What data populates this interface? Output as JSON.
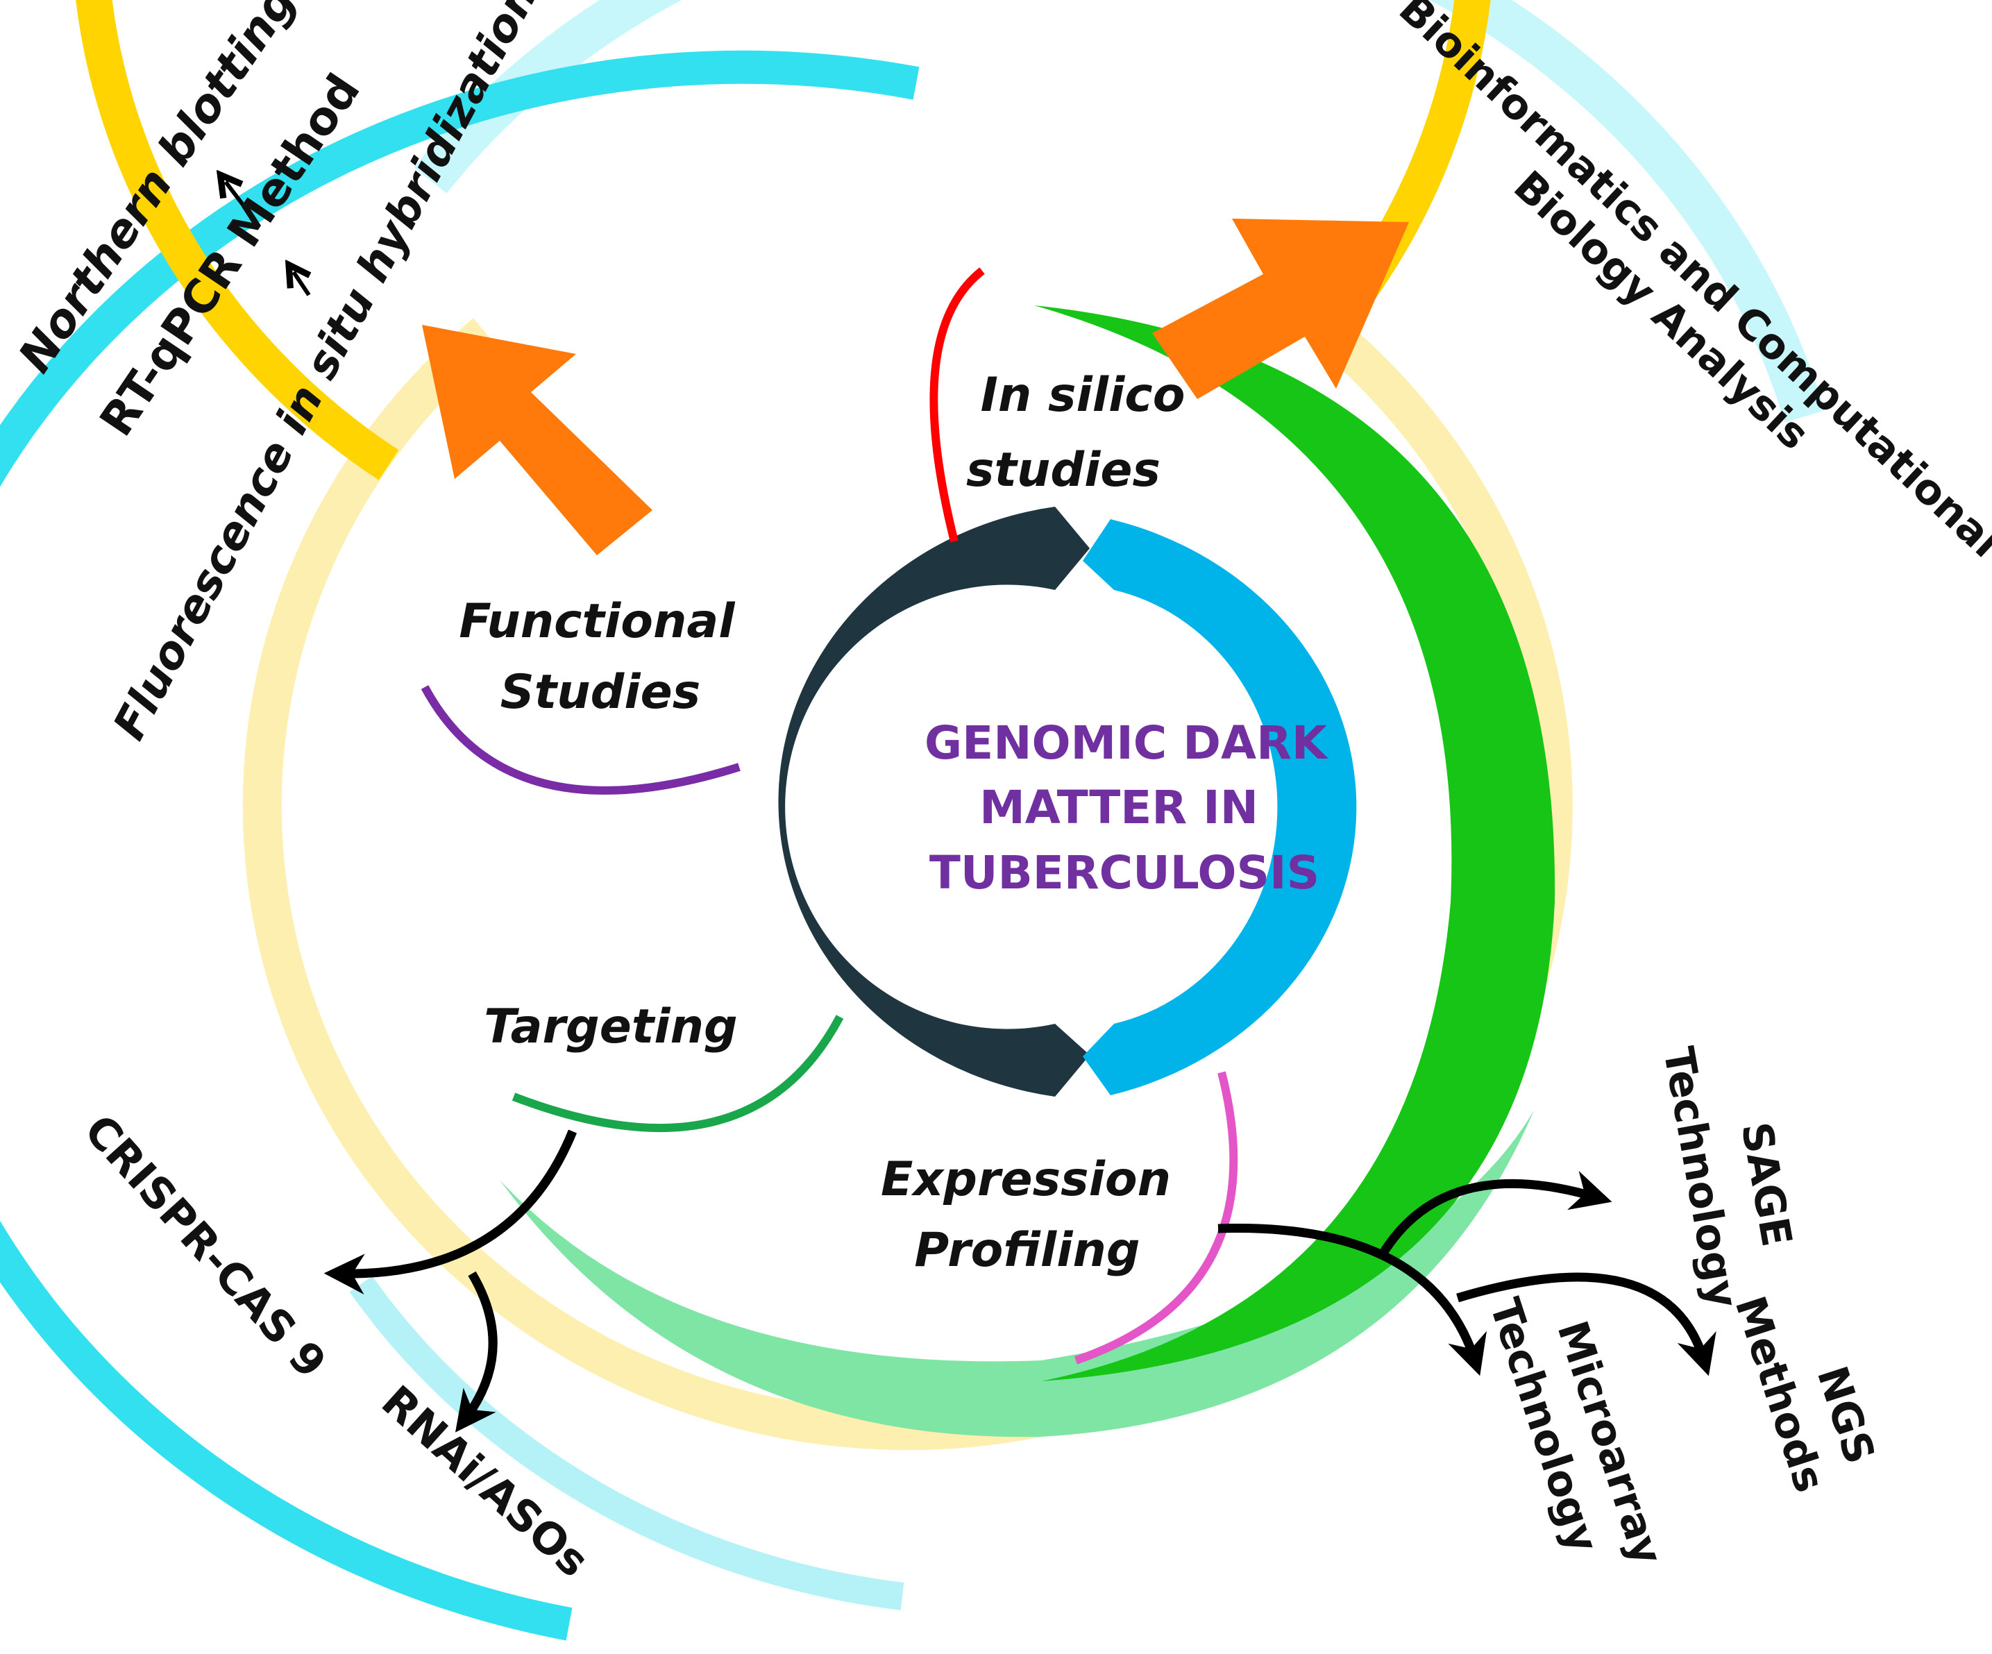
{
  "center": {
    "line1": "GENOMIC DARK",
    "line2": "MATTER IN",
    "line3": "TUBERCULOSIS",
    "color": "#7030A0"
  },
  "branches": {
    "in_silico_line1": "In silico",
    "in_silico_line2": "studies",
    "functional_line1": "Functional",
    "functional_line2": "Studies",
    "targeting": "Targeting",
    "expression_line1": "Expression",
    "expression_line2": "Profiling"
  },
  "methods": {
    "northern": "Northern blotting",
    "rtqpcr": "RT-qPCR  Method",
    "fish": "Fluorescence in situ hybridization",
    "bioinf_line1": "Bioinformatics and Computational",
    "bioinf_line2": "Biology Analysis",
    "crispr": "CRISPR-CAS 9",
    "rnai": "RNAi/ASOs",
    "sage_line1": "SAGE",
    "sage_line2": "Technology",
    "ngs_line1": "NGS",
    "ngs_line2": "Methods",
    "microarray_line1": "Microarray",
    "microarray_line2": "Technology"
  },
  "colors": {
    "cyan_ring": "#33E0F0",
    "yellow_ring": "#FFD400",
    "green_ring": "#16C516",
    "light_green": "#7FE5A5",
    "orange_arrow": "#FF7A0A",
    "dark_arc": "#1F3540",
    "blue_arc": "#00B4EA",
    "red_connector": "#FF0000",
    "purple_connector": "#7A2BA6",
    "green_connector": "#1AA64A",
    "pink_connector": "#E455C8"
  }
}
